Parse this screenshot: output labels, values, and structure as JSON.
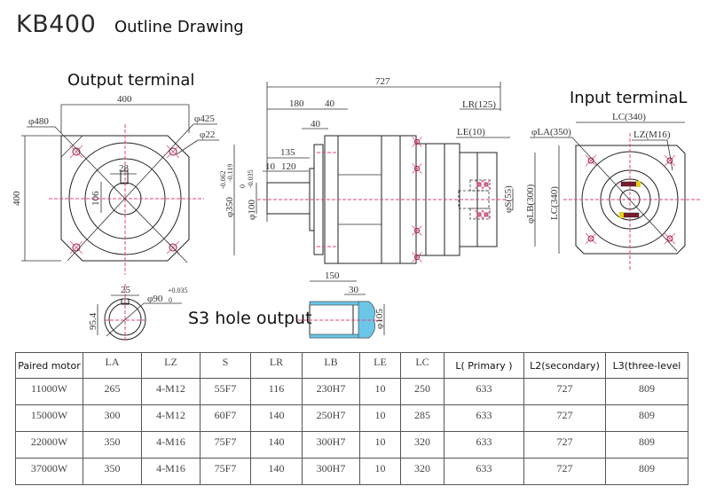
{
  "header": {
    "model": "KB400",
    "subtitle": "Outline Drawing"
  },
  "views": {
    "output_terminal": {
      "label": "Output terminal",
      "dims": {
        "width": "400",
        "height": "400",
        "bolt_circle": "φ480",
        "pilot": "φ425",
        "hole": "φ22",
        "key_width": "28",
        "key_height": "106"
      }
    },
    "side_view": {
      "dims": {
        "overall": "727",
        "flange_offset": "180",
        "flange_thk": "40",
        "spigot": "40",
        "shaft_len": "135",
        "shaft_shoulder": "10",
        "shaft_key": "120",
        "housing_dia": "φ350",
        "housing_tol_upper": "-0.062",
        "housing_tol_lower": "-0.119",
        "shaft_dia": "φ100",
        "shaft_tol_upper": "0",
        "shaft_tol_lower": "-0.035",
        "lr": "LR(125)",
        "le": "LE(10)",
        "s": "φS(55)",
        "lb": "φLB(300)"
      }
    },
    "input_terminal": {
      "label": "Input terminaL",
      "dims": {
        "lc_width": "LC(340)",
        "lc_height": "LC(340)",
        "la": "φLA(350)",
        "lz": "LZ(M16)",
        "lb": "φLB(300)"
      }
    },
    "shaft_section": {
      "dims": {
        "key_width": "25",
        "bore": "φ90",
        "bore_tol_upper": "+0.035",
        "bore_tol_lower": "0",
        "key_depth": "95.4"
      }
    },
    "s3_hole": {
      "label": "S3 hole output",
      "dims": {
        "length": "150",
        "step": "30",
        "dia": "φ105"
      }
    }
  },
  "spec_table": {
    "headers": [
      "Paired motor",
      "LA",
      "LZ",
      "S",
      "LR",
      "LB",
      "LE",
      "LC",
      "L( Primary )",
      "L2(secondary)",
      "L3(three-level"
    ],
    "rows": [
      [
        "11000W",
        "265",
        "4-M12",
        "55F7",
        "116",
        "230H7",
        "10",
        "250",
        "633",
        "727",
        "809"
      ],
      [
        "15000W",
        "300",
        "4-M12",
        "60F7",
        "140",
        "250H7",
        "10",
        "285",
        "633",
        "727",
        "809"
      ],
      [
        "22000W",
        "350",
        "4-M16",
        "75F7",
        "140",
        "300H7",
        "10",
        "320",
        "633",
        "727",
        "809"
      ],
      [
        "37000W",
        "350",
        "4-M16",
        "75F7",
        "140",
        "300H7",
        "10",
        "320",
        "633",
        "727",
        "809"
      ]
    ]
  }
}
